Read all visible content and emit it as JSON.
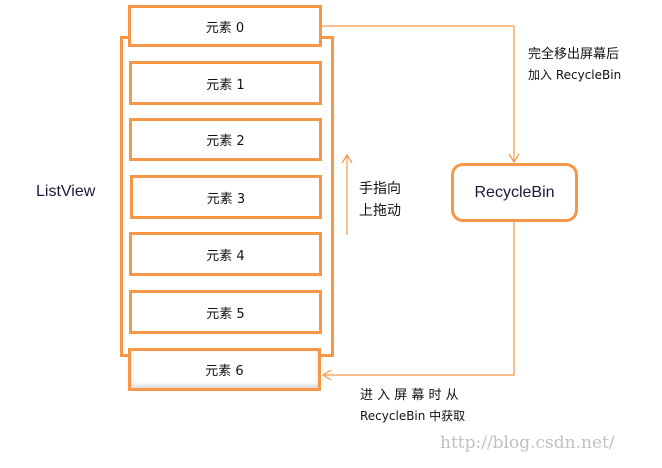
{
  "listview_label": "ListView",
  "elements": [
    "元素 0",
    "元素 1",
    "元素 2",
    "元素 3",
    "元素 4",
    "元素 5",
    "元素 6"
  ],
  "recyclebin_label": "RecycleBin",
  "drag_label": {
    "line1": "手指向",
    "line2": "上拖动"
  },
  "out_label": {
    "line1": "完全移出屏幕后",
    "line2": "加入 RecycleBin"
  },
  "in_label": {
    "line1": "进 入 屏 幕 时 从",
    "line2": "RecycleBin 中获取"
  },
  "watermark": "http://blog.csdn.net/",
  "colors": {
    "accent": "#f79646"
  }
}
